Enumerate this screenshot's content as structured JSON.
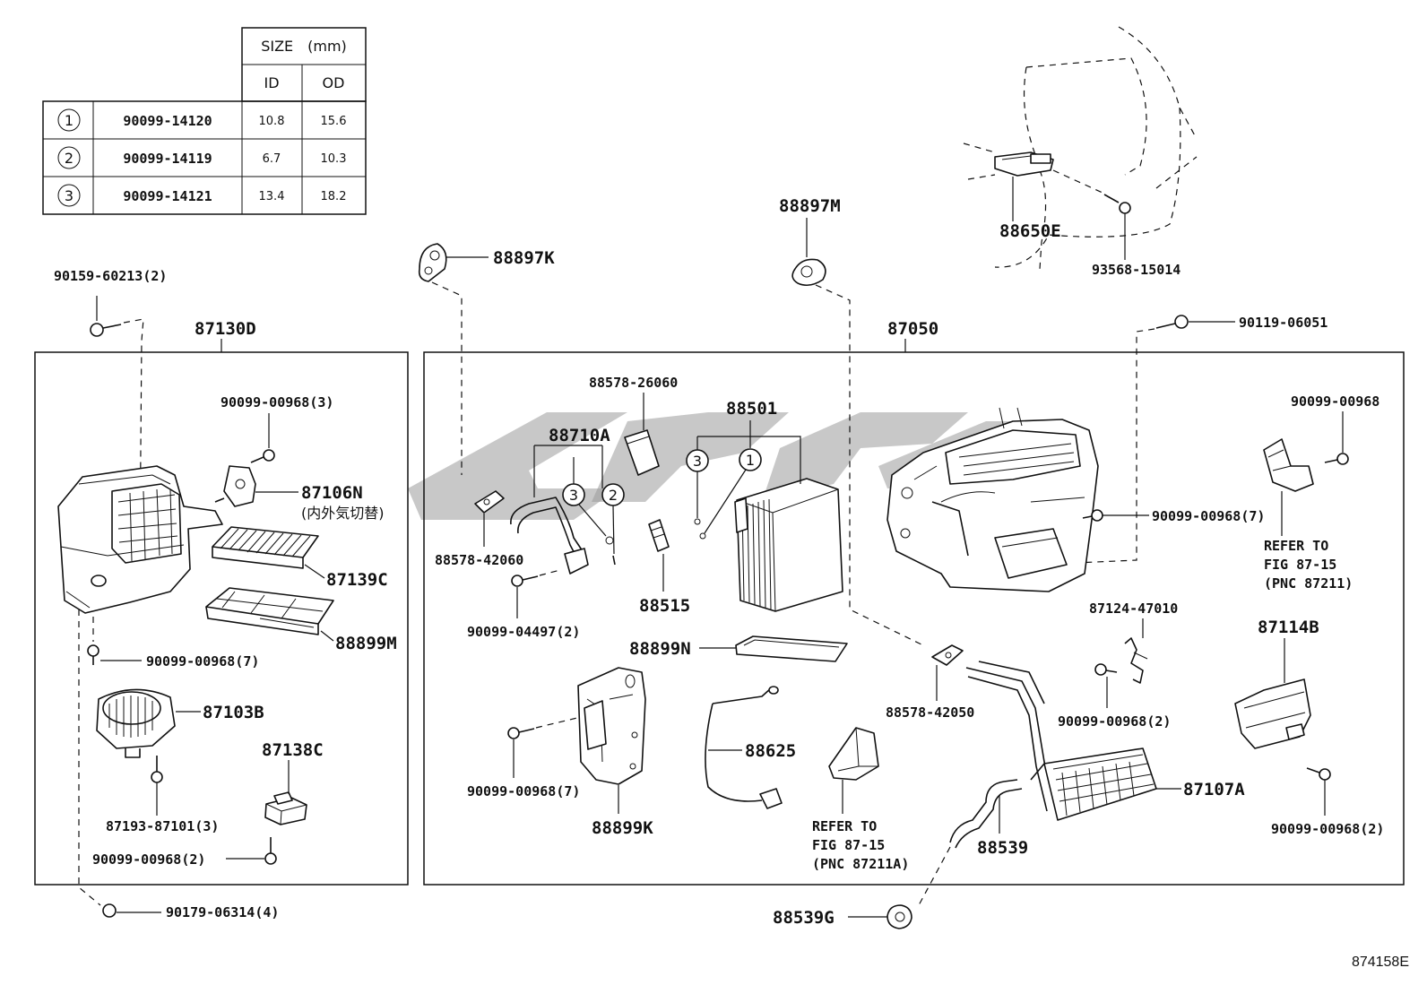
{
  "figure_id": "874158E",
  "size_table": {
    "header": "SIZE　(mm)",
    "col_id": "ID",
    "col_od": "OD",
    "rows": [
      {
        "key": "1",
        "part": "90099-14120",
        "id": "10.8",
        "od": "15.6"
      },
      {
        "key": "2",
        "part": "90099-14119",
        "id": "6.7",
        "od": "10.3"
      },
      {
        "key": "3",
        "part": "90099-14121",
        "id": "13.4",
        "od": "18.2"
      }
    ]
  },
  "callouts": {
    "c_90159_60213": "90159-60213(2)",
    "c_87130D": "87130D",
    "c_90099_00968_3": "90099-00968(3)",
    "c_87106N": "87106N",
    "c_87106N_note": "(内外気切替)",
    "c_87139C": "87139C",
    "c_88899M": "88899M",
    "c_90099_00968_7_left": "90099-00968(7)",
    "c_87103B": "87103B",
    "c_87138C": "87138C",
    "c_87193_87101": "87193-87101(3)",
    "c_90099_00968_2_left": "90099-00968(2)",
    "c_90179_06314": "90179-06314(4)",
    "c_88897K": "88897K",
    "c_88897M": "88897M",
    "c_88650E": "88650E",
    "c_93568_15014": "93568-15014",
    "c_87050": "87050",
    "c_90119_06051": "90119-06051",
    "c_88578_26060": "88578-26060",
    "c_88501": "88501",
    "c_88710A": "88710A",
    "c_88578_42060": "88578-42060",
    "c_88515": "88515",
    "c_90099_04497": "90099-04497(2)",
    "c_88899N": "88899N",
    "c_90099_00968_7_mid": "90099-00968(7)",
    "c_88899K": "88899K",
    "c_88625": "88625",
    "c_refer_a_1": "REFER TO",
    "c_refer_a_2": "FIG 87-15",
    "c_refer_a_3": "(PNC 87211A)",
    "c_88539": "88539",
    "c_88539G": "88539G",
    "c_90099_00968_7_right": "90099-00968(7)",
    "c_88578_42050": "88578-42050",
    "c_87124_47010": "87124-47010",
    "c_90099_00968_2_mid": "90099-00968(2)",
    "c_87107A": "87107A",
    "c_90099_00968_right": "90099-00968",
    "c_refer_b_1": "REFER TO",
    "c_refer_b_2": "FIG 87-15",
    "c_refer_b_3": "(PNC 87211)",
    "c_87114B": "87114B",
    "c_90099_00968_2_right": "90099-00968(2)"
  },
  "circle_markers": {
    "m1": "1",
    "m2": "2",
    "m3": "3",
    "m3_a": "3",
    "m2_a": "2",
    "m3_b": "3",
    "m1_b": "1"
  }
}
